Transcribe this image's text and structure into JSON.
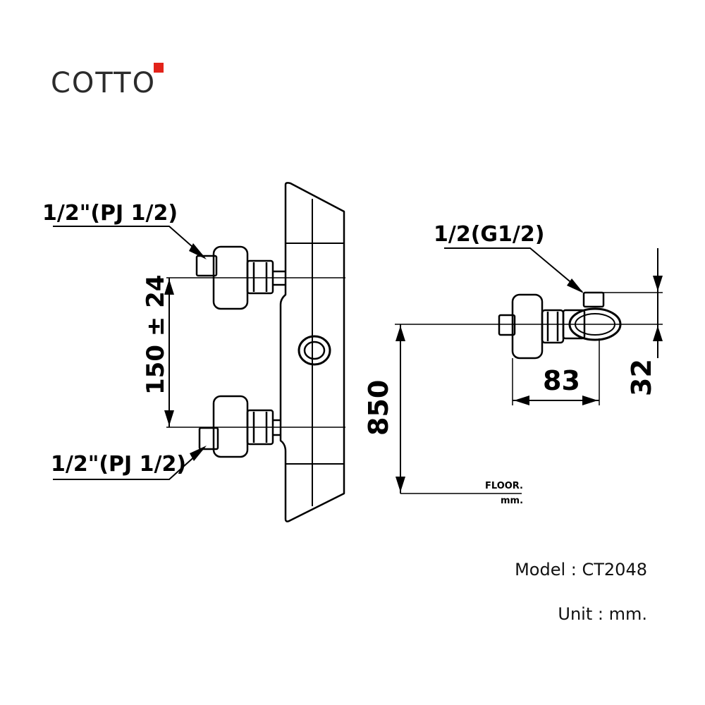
{
  "brand": {
    "name": "COTTO",
    "accent_color": "#e2231a"
  },
  "labels": {
    "top_left_connection": "1/2\"(PJ 1/2)",
    "bottom_left_connection": "1/2\"(PJ 1/2)",
    "side_connection": "1/2(G1/2)",
    "center_distance": "150 ± 24",
    "height": "850",
    "depth": "83",
    "offset": "32",
    "floor": "FLOOR.",
    "floor_unit": "mm."
  },
  "info": {
    "model": "Model : CT2048",
    "unit": "Unit : mm."
  }
}
